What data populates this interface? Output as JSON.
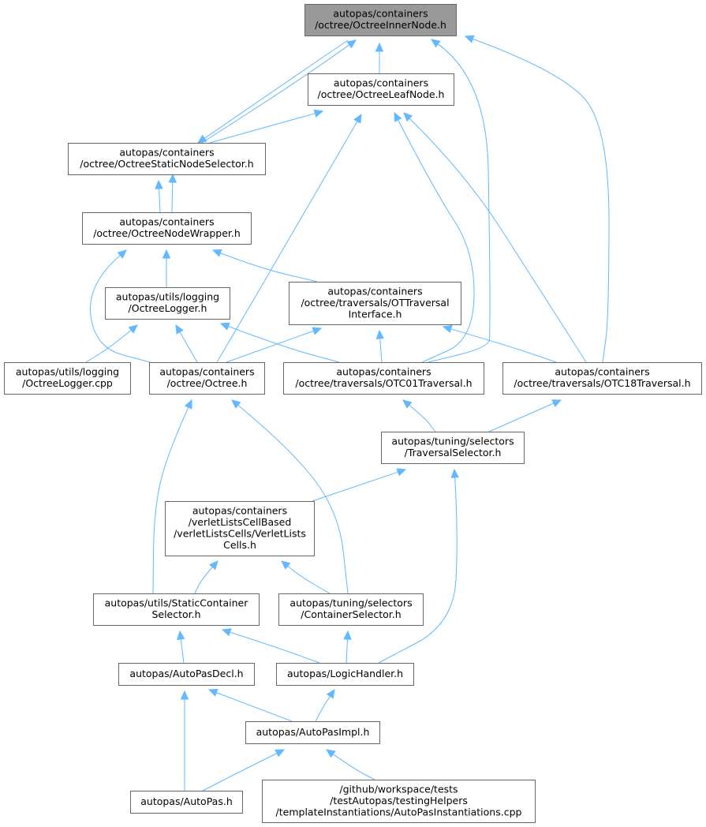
{
  "colors": {
    "edge": "#63b8ff",
    "node_border": "#666666",
    "root_fill": "#999999",
    "node_fill": "#ffffff"
  },
  "nodes": [
    {
      "id": "inner",
      "lines": [
        "autopas/containers",
        "/octree/OctreeInnerNode.h"
      ],
      "root": true
    },
    {
      "id": "leaf",
      "lines": [
        "autopas/containers",
        "/octree/OctreeLeafNode.h"
      ]
    },
    {
      "id": "selector",
      "lines": [
        "autopas/containers",
        "/octree/OctreeStaticNodeSelector.h"
      ]
    },
    {
      "id": "wrapper",
      "lines": [
        "autopas/containers",
        "/octree/OctreeNodeWrapper.h"
      ]
    },
    {
      "id": "logger_h",
      "lines": [
        "autopas/utils/logging",
        "/OctreeLogger.h"
      ]
    },
    {
      "id": "ottrav",
      "lines": [
        "autopas/containers",
        "/octree/traversals/OTTraversal",
        "Interface.h"
      ]
    },
    {
      "id": "logger_cpp",
      "lines": [
        "autopas/utils/logging",
        "/OctreeLogger.cpp"
      ]
    },
    {
      "id": "octree",
      "lines": [
        "autopas/containers",
        "/octree/Octree.h"
      ]
    },
    {
      "id": "otc01",
      "lines": [
        "autopas/containers",
        "/octree/traversals/OTC01Traversal.h"
      ]
    },
    {
      "id": "otc18",
      "lines": [
        "autopas/containers",
        "/octree/traversals/OTC18Traversal.h"
      ]
    },
    {
      "id": "travsel",
      "lines": [
        "autopas/tuning/selectors",
        "/TraversalSelector.h"
      ]
    },
    {
      "id": "vlc",
      "lines": [
        "autopas/containers",
        "/verletListsCellBased",
        "/verletListsCells/VerletLists",
        "Cells.h"
      ]
    },
    {
      "id": "staticsel",
      "lines": [
        "autopas/utils/StaticContainer",
        "Selector.h"
      ]
    },
    {
      "id": "contsel",
      "lines": [
        "autopas/tuning/selectors",
        "/ContainerSelector.h"
      ]
    },
    {
      "id": "decl",
      "lines": [
        "autopas/AutoPasDecl.h"
      ]
    },
    {
      "id": "logic",
      "lines": [
        "autopas/LogicHandler.h"
      ]
    },
    {
      "id": "impl",
      "lines": [
        "autopas/AutoPasImpl.h"
      ]
    },
    {
      "id": "autopas",
      "lines": [
        "autopas/AutoPas.h"
      ]
    },
    {
      "id": "inst",
      "lines": [
        "/github/workspace/tests",
        "/testAutopas/testingHelpers",
        "/templateInstantiations/AutoPasInstantiations.cpp"
      ]
    }
  ],
  "edges": [
    {
      "from": "inner",
      "to": "leaf"
    },
    {
      "from": "inner",
      "to": "selector"
    },
    {
      "from": "selector",
      "to": "inner"
    },
    {
      "from": "inner",
      "to": "otc01"
    },
    {
      "from": "inner",
      "to": "otc18"
    },
    {
      "from": "leaf",
      "to": "selector"
    },
    {
      "from": "leaf",
      "to": "octree"
    },
    {
      "from": "leaf",
      "to": "otc01"
    },
    {
      "from": "leaf",
      "to": "otc18"
    },
    {
      "from": "selector",
      "to": "wrapper"
    },
    {
      "from": "wrapper",
      "to": "selector"
    },
    {
      "from": "wrapper",
      "to": "logger_h"
    },
    {
      "from": "wrapper",
      "to": "ottrav"
    },
    {
      "from": "wrapper",
      "to": "octree"
    },
    {
      "from": "logger_h",
      "to": "logger_cpp"
    },
    {
      "from": "logger_h",
      "to": "octree"
    },
    {
      "from": "logger_h",
      "to": "otc01"
    },
    {
      "from": "ottrav",
      "to": "octree"
    },
    {
      "from": "ottrav",
      "to": "otc01"
    },
    {
      "from": "ottrav",
      "to": "otc18"
    },
    {
      "from": "octree",
      "to": "staticsel"
    },
    {
      "from": "octree",
      "to": "contsel"
    },
    {
      "from": "otc01",
      "to": "travsel"
    },
    {
      "from": "otc18",
      "to": "travsel"
    },
    {
      "from": "travsel",
      "to": "vlc"
    },
    {
      "from": "travsel",
      "to": "logic"
    },
    {
      "from": "vlc",
      "to": "staticsel"
    },
    {
      "from": "vlc",
      "to": "contsel"
    },
    {
      "from": "staticsel",
      "to": "decl"
    },
    {
      "from": "staticsel",
      "to": "logic"
    },
    {
      "from": "contsel",
      "to": "logic"
    },
    {
      "from": "decl",
      "to": "impl"
    },
    {
      "from": "decl",
      "to": "autopas"
    },
    {
      "from": "logic",
      "to": "impl"
    },
    {
      "from": "impl",
      "to": "autopas"
    },
    {
      "from": "impl",
      "to": "inst"
    }
  ]
}
